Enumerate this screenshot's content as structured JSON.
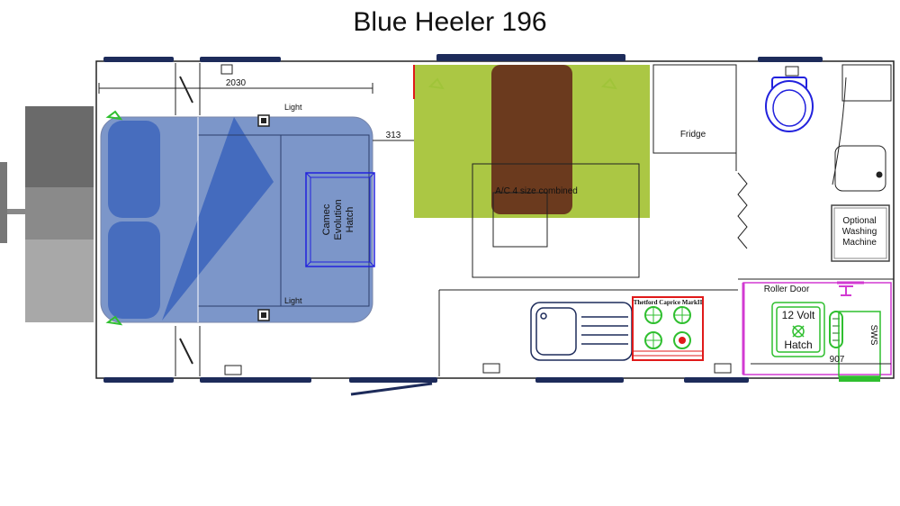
{
  "title": "Blue Heeler 196",
  "labels": {
    "light_top": "Light",
    "light_bottom": "Light",
    "dim_bed_length": "2030",
    "dim_aisle": "313",
    "dim_bathroom": "907",
    "hatch_line1": "Camec",
    "hatch_line2": "Evolution",
    "hatch_line3": "Hatch",
    "ac": "A/C 4 size combined",
    "fridge": "Fridge",
    "washer_line1": "Optional",
    "washer_line2": "Washing",
    "washer_line3": "Machine",
    "roller_door": "Roller Door",
    "cooktop": "Thetford Caprice MarkII",
    "fan_hatch_line1": "12 Volt",
    "fan_hatch_line2": "Hatch",
    "hot_water": "SWS"
  },
  "colors": {
    "bed": "#4a6fb5",
    "dinette": "#a6c43a",
    "table": "#6b3a1e",
    "hatch_outline": "#2222dd",
    "cooktop": "#e01a1a",
    "bathroom_outline": "#d23ad2",
    "green_fixture": "#2fbf2f",
    "wheel_marks": "#1d2b5a"
  }
}
